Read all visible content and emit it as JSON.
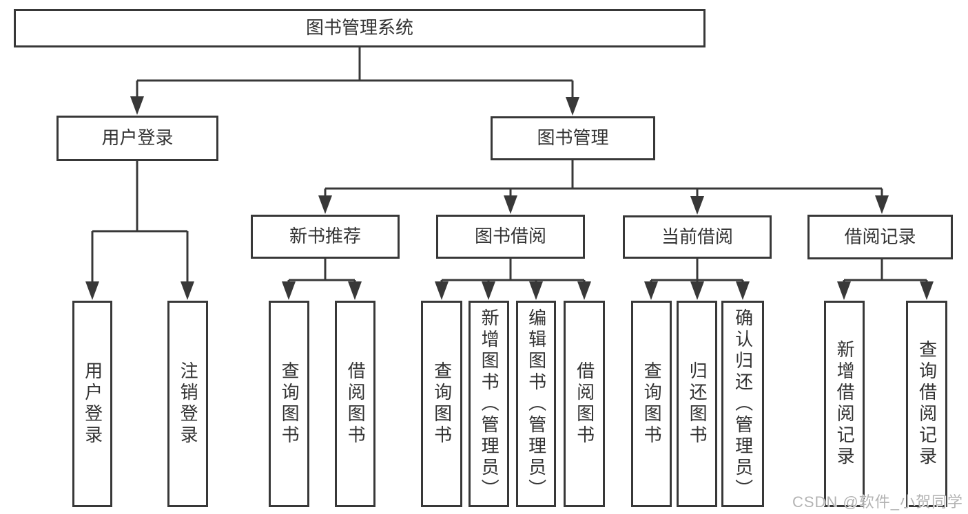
{
  "colors": {
    "border": "#383838",
    "line": "#383838",
    "text": "#333333",
    "background": "#ffffff",
    "watermark": "#b3b3b3"
  },
  "diagram": {
    "root": {
      "label": "图书管理系统"
    },
    "branches": [
      {
        "label": "用户登录",
        "children": [
          {
            "label": "用户登录"
          },
          {
            "label": "注销登录"
          }
        ]
      },
      {
        "label": "图书管理",
        "children": [
          {
            "label": "新书推荐",
            "children": [
              {
                "label": "查询图书"
              },
              {
                "label": "借阅图书"
              }
            ]
          },
          {
            "label": "图书借阅",
            "children": [
              {
                "label": "查询图书"
              },
              {
                "label": "新增图书（管理员）"
              },
              {
                "label": "编辑图书（管理员）"
              },
              {
                "label": "借阅图书"
              }
            ]
          },
          {
            "label": "当前借阅",
            "children": [
              {
                "label": "查询图书"
              },
              {
                "label": "归还图书"
              },
              {
                "label": "确认归还（管理员）"
              }
            ]
          },
          {
            "label": "借阅记录",
            "children": [
              {
                "label": "新增借阅记录"
              },
              {
                "label": "查询借阅记录"
              }
            ]
          }
        ]
      }
    ],
    "watermark": "CSDN @软件_小贺同学"
  }
}
